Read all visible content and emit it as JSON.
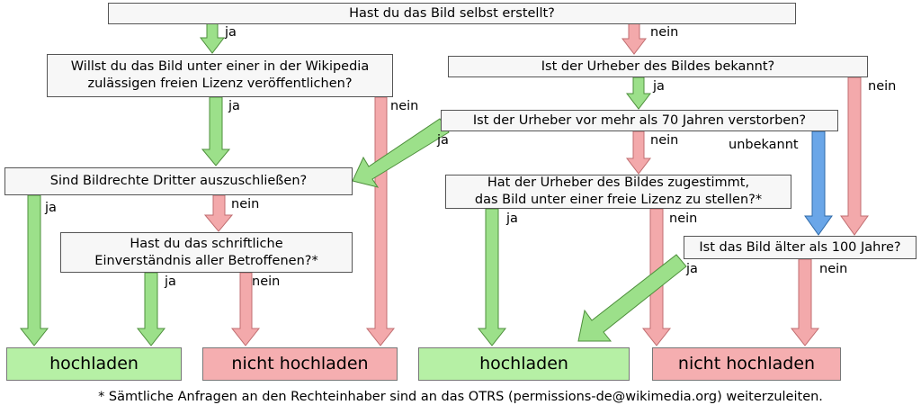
{
  "diagram": {
    "title": "Bild-Upload Entscheidungsdiagramm",
    "colors": {
      "yes_arrow": "#9ce08a",
      "no_arrow": "#f3a9ab",
      "unknown_arrow": "#6aa6e8",
      "yes_arrow_stroke": "#4e8f3c",
      "no_arrow_stroke": "#c06d70",
      "unknown_arrow_stroke": "#2f6aa8",
      "node_fill": "#f7f7f7",
      "node_border": "#555555",
      "terminal_green": "#b6f0a5",
      "terminal_red": "#f5aeb0"
    },
    "nodes": [
      {
        "id": "q1",
        "text": "Hast du das Bild selbst erstellt?"
      },
      {
        "id": "q2",
        "text": "Willst du das Bild unter einer in der Wikipedia\nzulässigen freien Lizenz veröffentlichen?"
      },
      {
        "id": "q3",
        "text": "Ist der Urheber des Bildes bekannt?"
      },
      {
        "id": "q4",
        "text": "Ist der Urheber vor mehr als 70 Jahren verstorben?"
      },
      {
        "id": "q5",
        "text": "Sind Bildrechte Dritter auszuschließen?"
      },
      {
        "id": "q6",
        "text": "Hat der Urheber des Bildes zugestimmt,\ndas Bild unter einer freie Lizenz zu stellen?*"
      },
      {
        "id": "q7",
        "text": "Hast du das schriftliche\nEinverständnis aller Betroffenen?*"
      },
      {
        "id": "q8",
        "text": "Ist das Bild älter als 100 Jahre?"
      },
      {
        "id": "t1",
        "text": "hochladen"
      },
      {
        "id": "t2",
        "text": "nicht hochladen"
      },
      {
        "id": "t3",
        "text": "hochladen"
      },
      {
        "id": "t4",
        "text": "nicht hochladen"
      }
    ],
    "edge_labels": [
      {
        "id": "e1",
        "text": "ja",
        "from": "q1",
        "to": "q2"
      },
      {
        "id": "e2",
        "text": "nein",
        "from": "q1",
        "to": "q3"
      },
      {
        "id": "e3",
        "text": "ja",
        "from": "q2",
        "to": "q5"
      },
      {
        "id": "e4",
        "text": "nein",
        "from": "q2",
        "to": "t2"
      },
      {
        "id": "e5",
        "text": "ja",
        "from": "q3",
        "to": "q4"
      },
      {
        "id": "e6",
        "text": "nein",
        "from": "q3",
        "to": "q8"
      },
      {
        "id": "e7",
        "text": "ja",
        "from": "q4",
        "to": "q5"
      },
      {
        "id": "e8",
        "text": "nein",
        "from": "q4",
        "to": "q6"
      },
      {
        "id": "e9",
        "text": "unbekannt",
        "from": "q4",
        "to": "q8"
      },
      {
        "id": "e10",
        "text": "ja",
        "from": "q5",
        "to": "t1"
      },
      {
        "id": "e11",
        "text": "nein",
        "from": "q5",
        "to": "q7"
      },
      {
        "id": "e12",
        "text": "ja",
        "from": "q7",
        "to": "t1"
      },
      {
        "id": "e13",
        "text": "nein",
        "from": "q7",
        "to": "t2"
      },
      {
        "id": "e14",
        "text": "ja",
        "from": "q6",
        "to": "t3"
      },
      {
        "id": "e15",
        "text": "nein",
        "from": "q6",
        "to": "t4"
      },
      {
        "id": "e16",
        "text": "ja",
        "from": "q8",
        "to": "t3"
      },
      {
        "id": "e17",
        "text": "nein",
        "from": "q8",
        "to": "t4"
      }
    ],
    "footnote": "* Sämtliche Anfragen an den Rechteinhaber sind an das OTRS (permissions-de@wikimedia.org) weiterzuleiten."
  }
}
